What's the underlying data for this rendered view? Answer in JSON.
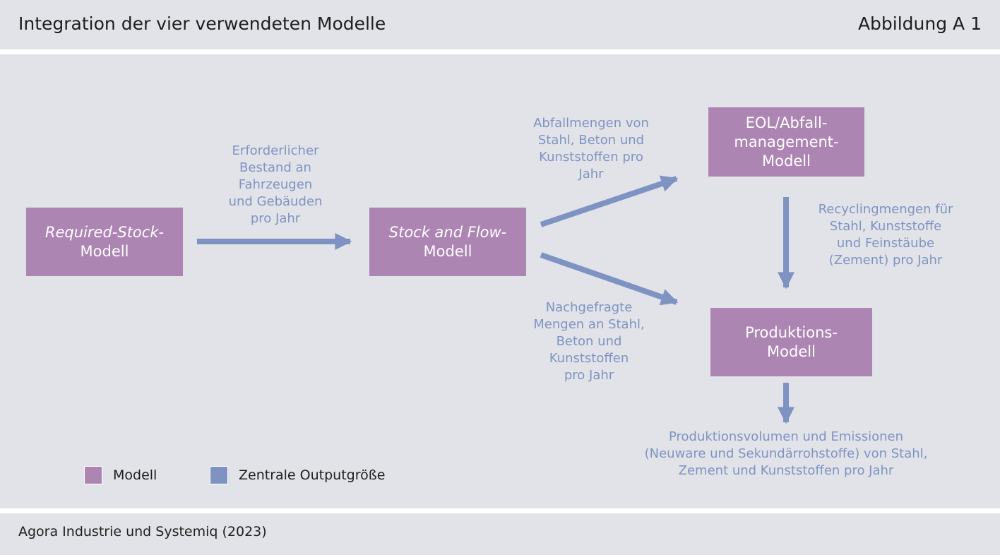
{
  "header": {
    "title": "Integration der vier verwendeten Modelle",
    "figure_label": "Abbildung A 1"
  },
  "models": {
    "required_stock": {
      "line1": "Required-Stock-",
      "line2": "Modell"
    },
    "stock_flow": {
      "line1": "Stock and Flow-",
      "line2": "Modell"
    },
    "eol": {
      "line1": "EOL/Abfall-",
      "line2": "management-",
      "line3": "Modell"
    },
    "produktion": {
      "line1": "Produktions-",
      "line2": "Modell"
    }
  },
  "flows": {
    "bestand": [
      "Erforderlicher",
      "Bestand an",
      "Fahrzeugen",
      "und Gebäuden",
      "pro Jahr"
    ],
    "abfall": [
      "Abfallmengen von",
      "Stahl, Beton und",
      "Kunststoffen pro",
      "Jahr"
    ],
    "nachfrage": [
      "Nachgefragte",
      "Mengen an Stahl,",
      "Beton und",
      "Kunststoffen",
      "pro Jahr"
    ],
    "recycling": [
      "Recyclingmengen für",
      "Stahl, Kunststoffe",
      "und Feinstäube",
      "(Zement) pro Jahr"
    ],
    "produktion": [
      "Produktionsvolumen und Emissionen",
      "(Neuware und Sekundärrohstoffe) von Stahl,",
      "Zement und Kunststoffen pro Jahr"
    ]
  },
  "legend": {
    "model_label": "Modell",
    "output_label": "Zentrale Outputgröße"
  },
  "footer": {
    "source": "Agora Industrie und Systemiq (2023)"
  },
  "colors": {
    "model_box": "#ad85b3",
    "arrow": "#7f93c2",
    "background": "#e2e3e8"
  }
}
